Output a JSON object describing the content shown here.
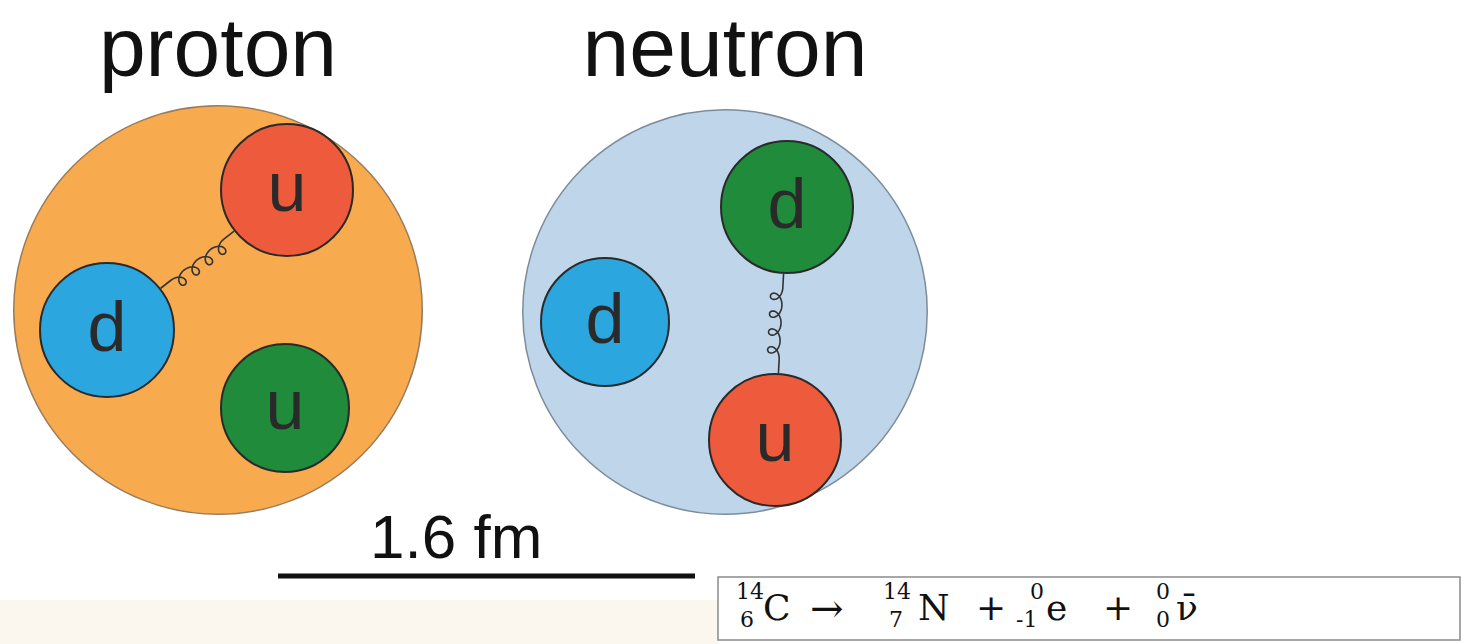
{
  "diagram": {
    "nodes": [
      {
        "text": [
          "proton"
        ]
      },
      {
        "text": [
          "u"
        ],
        "in": 0
      },
      {
        "text": [
          "d"
        ],
        "in": 0
      },
      {
        "text": [
          "u"
        ],
        "in": 0
      },
      {
        "text": [
          "neutron"
        ]
      },
      {
        "text": [
          "d"
        ],
        "in": 4
      },
      {
        "text": [
          "d"
        ],
        "in": 4
      },
      {
        "text": [
          "u"
        ],
        "in": 4
      },
      {
        "text": [
          "14",
          "6",
          "C",
          "→",
          "14",
          "7",
          "N",
          "+",
          "0",
          "-1",
          "e",
          "+",
          "0",
          "0",
          "ν̄"
        ]
      }
    ],
    "edges": [
      {
        "from": 2,
        "to": 1,
        "arrow": "none"
      },
      {
        "from": 5,
        "to": 7,
        "arrow": "none"
      }
    ],
    "labels": [
      "1.6 fm"
    ]
  }
}
